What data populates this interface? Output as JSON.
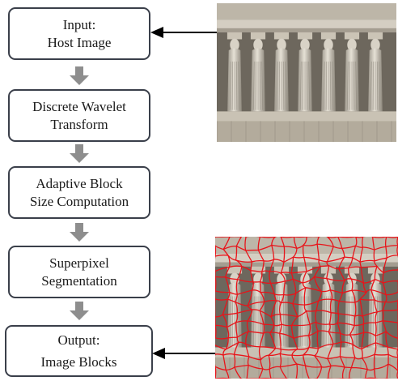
{
  "flow": {
    "steps": [
      {
        "line1": "Input:",
        "line2": "Host Image"
      },
      {
        "line1": "Discrete Wavelet",
        "line2": "Transform"
      },
      {
        "line1": "Adaptive Block",
        "line2": "Size Computation"
      },
      {
        "line1": "Superpixel",
        "line2": "Segmentation"
      },
      {
        "line1": "Output:",
        "line2": "Image Blocks"
      }
    ]
  },
  "colors": {
    "box_border": "#3a3f4a",
    "flow_arrow": "#8e8e8e",
    "pointer_arrow": "#000000",
    "segment_lines": "#e8141a",
    "stone": "#cfc9bd"
  },
  "images": {
    "host": "caryatids-photo",
    "output": "caryatids-superpixel-photo"
  }
}
